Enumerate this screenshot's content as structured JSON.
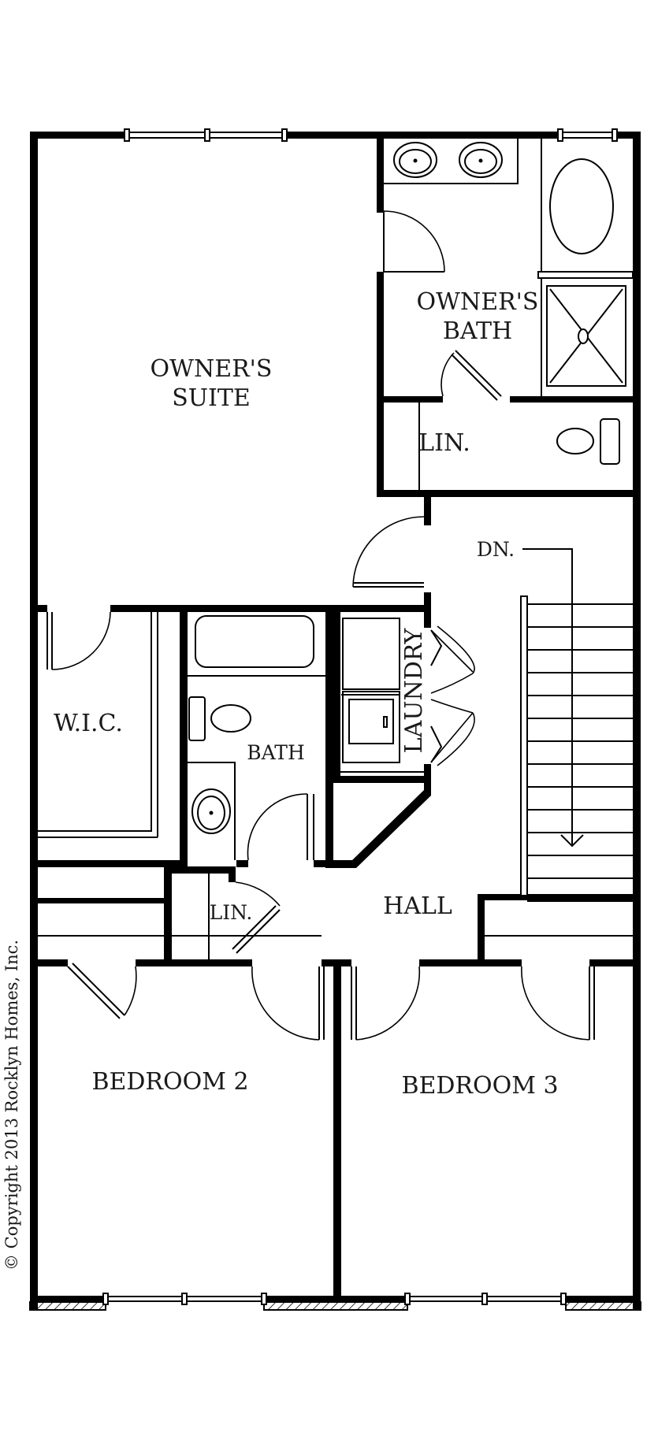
{
  "rooms": {
    "owners_suite": [
      "OWNER'S",
      "SUITE"
    ],
    "owners_bath": [
      "OWNER'S",
      "BATH"
    ],
    "lin_upper": "LIN.",
    "dn": "DN.",
    "wic": "W.I.C.",
    "bath": "BATH",
    "laundry": "LAUNDRY",
    "lin_lower": "LIN.",
    "hall": "HALL",
    "bedroom2": "BEDROOM 2",
    "bedroom3": "BEDROOM 3"
  },
  "copyright": "© Copyright 2013 Rocklyn Homes, Inc."
}
